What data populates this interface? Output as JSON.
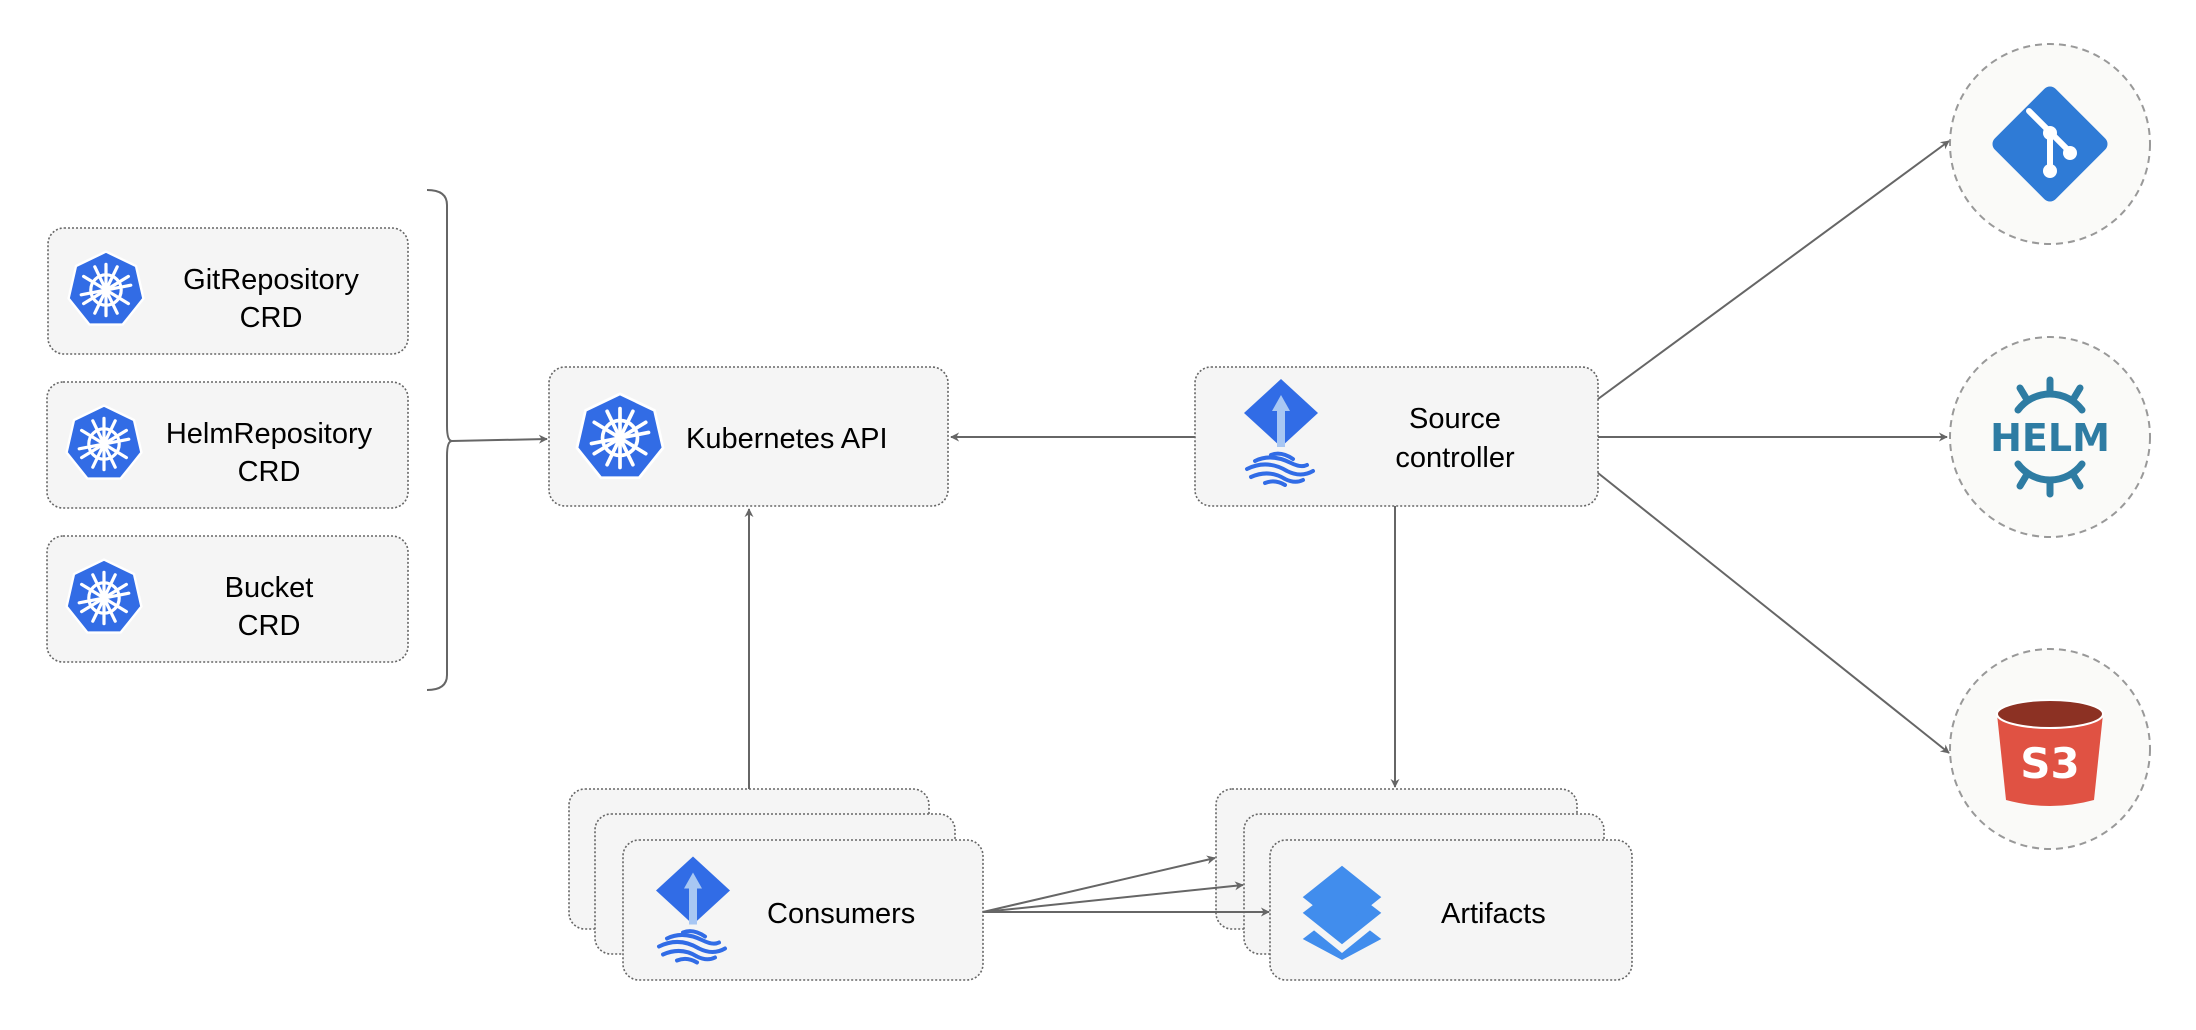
{
  "crds": [
    {
      "line1": "GitRepository",
      "line2": "CRD",
      "icon": "kubernetes-icon"
    },
    {
      "line1": "HelmRepository",
      "line2": "CRD",
      "icon": "kubernetes-icon"
    },
    {
      "line1": "Bucket",
      "line2": "CRD",
      "icon": "kubernetes-icon"
    }
  ],
  "kubernetes_api": {
    "label": "Kubernetes API",
    "icon": "kubernetes-icon"
  },
  "source_controller": {
    "line1": "Source",
    "line2": "controller",
    "icon": "flux-icon"
  },
  "consumers": {
    "label": "Consumers",
    "icon": "flux-icon"
  },
  "artifacts": {
    "label": "Artifacts",
    "icon": "layers-icon"
  },
  "sources": [
    {
      "name": "git",
      "icon": "git-icon",
      "color": "#2f7bd6"
    },
    {
      "name": "helm",
      "icon": "helm-icon",
      "text": "HELM",
      "color": "#2e7ca3"
    },
    {
      "name": "s3",
      "icon": "s3-bucket-icon",
      "text": "S3",
      "color": "#e05243"
    }
  ],
  "colors": {
    "kubernetes": "#326ce5",
    "flux": "#316ce6",
    "layers": "#418ded",
    "edge": "#666666"
  }
}
